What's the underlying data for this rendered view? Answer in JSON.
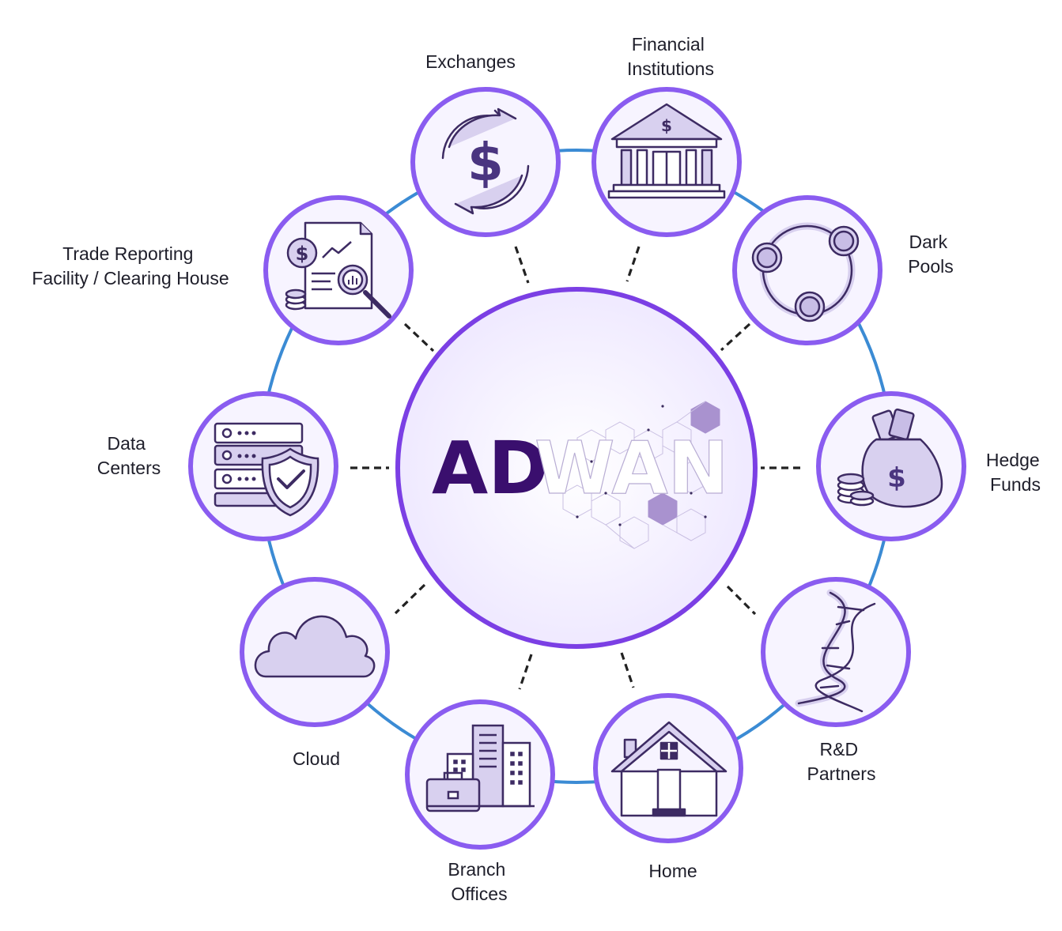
{
  "logo": {
    "part1": "AD",
    "part2": "WAN"
  },
  "colors": {
    "ring": "#3b8bd4",
    "node_border": "#8a5cf0",
    "center_border": "#7b3fe4",
    "center_fill": "#f3efff",
    "node_fill": "#f7f4ff",
    "icon_stroke": "#3d2b63",
    "icon_fill": "#d8d0ef",
    "logo_dark": "#3a0f6e"
  },
  "nodes": [
    {
      "id": "exchanges",
      "icon": "dollar-exchange-icon",
      "label_lines": [
        "Exchanges"
      ]
    },
    {
      "id": "financial-institutions",
      "icon": "bank-icon",
      "label_lines": [
        "Financial",
        "Institutions"
      ]
    },
    {
      "id": "dark-pools",
      "icon": "dark-pools-icon",
      "label_lines": [
        "Dark",
        "Pools"
      ]
    },
    {
      "id": "hedge-funds",
      "icon": "money-bag-icon",
      "label_lines": [
        "Hedge",
        "Funds"
      ]
    },
    {
      "id": "rd-partners",
      "icon": "dna-icon",
      "label_lines": [
        "R&D",
        "Partners"
      ]
    },
    {
      "id": "home",
      "icon": "house-icon",
      "label_lines": [
        "Home"
      ]
    },
    {
      "id": "branch-offices",
      "icon": "office-buildings-icon",
      "label_lines": [
        "Branch",
        "Offices"
      ]
    },
    {
      "id": "cloud",
      "icon": "cloud-icon",
      "label_lines": [
        "Cloud"
      ]
    },
    {
      "id": "data-centers",
      "icon": "server-shield-icon",
      "label_lines": [
        "Data",
        "Centers"
      ]
    },
    {
      "id": "trade-reporting",
      "icon": "report-analysis-icon",
      "label_lines": [
        "Trade Reporting",
        "Facility / Clearing House"
      ]
    }
  ]
}
